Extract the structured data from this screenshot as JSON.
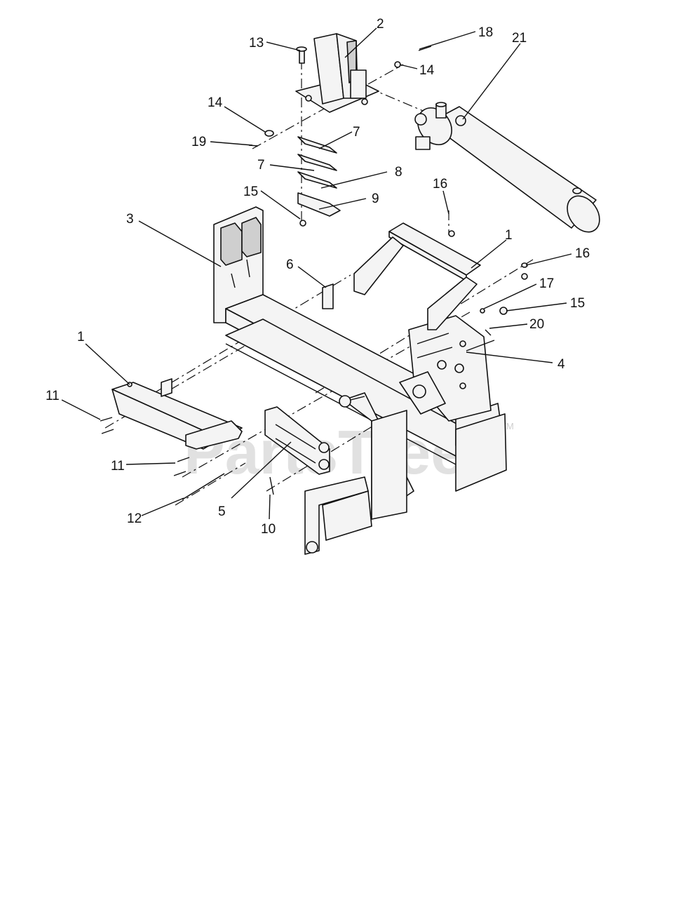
{
  "watermark": {
    "text": "PartsTree",
    "trademark": "TM"
  },
  "callouts": [
    {
      "id": "c-2",
      "label": "2"
    },
    {
      "id": "c-13",
      "label": "13"
    },
    {
      "id": "c-18",
      "label": "18"
    },
    {
      "id": "c-21",
      "label": "21"
    },
    {
      "id": "c-14a",
      "label": "14"
    },
    {
      "id": "c-14b",
      "label": "14"
    },
    {
      "id": "c-19",
      "label": "19"
    },
    {
      "id": "c-7a",
      "label": "7"
    },
    {
      "id": "c-7b",
      "label": "7"
    },
    {
      "id": "c-8",
      "label": "8"
    },
    {
      "id": "c-9",
      "label": "9"
    },
    {
      "id": "c-15a",
      "label": "15"
    },
    {
      "id": "c-16a",
      "label": "16"
    },
    {
      "id": "c-3",
      "label": "3"
    },
    {
      "id": "c-1a",
      "label": "1"
    },
    {
      "id": "c-6",
      "label": "6"
    },
    {
      "id": "c-16b",
      "label": "16"
    },
    {
      "id": "c-17",
      "label": "17"
    },
    {
      "id": "c-15b",
      "label": "15"
    },
    {
      "id": "c-20",
      "label": "20"
    },
    {
      "id": "c-4",
      "label": "4"
    },
    {
      "id": "c-1b",
      "label": "1"
    },
    {
      "id": "c-11a",
      "label": "11"
    },
    {
      "id": "c-11b",
      "label": "11"
    },
    {
      "id": "c-12",
      "label": "12"
    },
    {
      "id": "c-5",
      "label": "5"
    },
    {
      "id": "c-10",
      "label": "10"
    }
  ]
}
